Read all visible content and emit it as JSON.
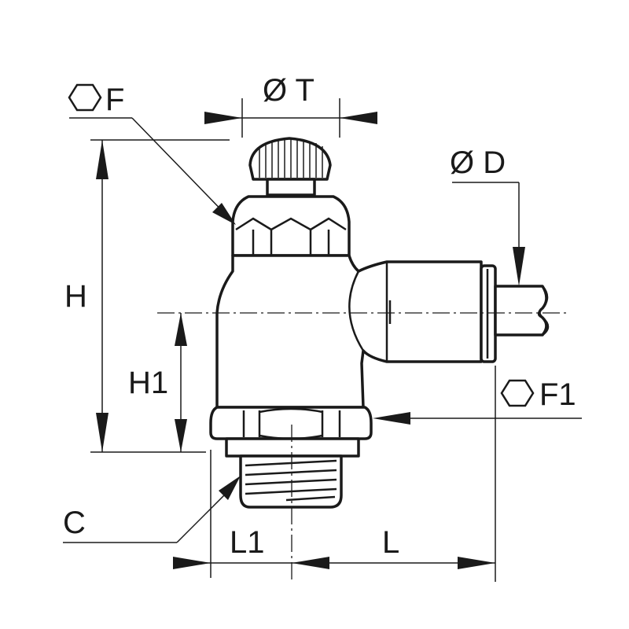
{
  "labels": {
    "F": "F",
    "T": "Ø T",
    "D": "Ø D",
    "H": "H",
    "H1": "H1",
    "F1": "F1",
    "C": "C",
    "L1": "L1",
    "L": "L"
  },
  "icons": {
    "hex_f": "hexagon-icon",
    "hex_f1": "hexagon-icon"
  }
}
